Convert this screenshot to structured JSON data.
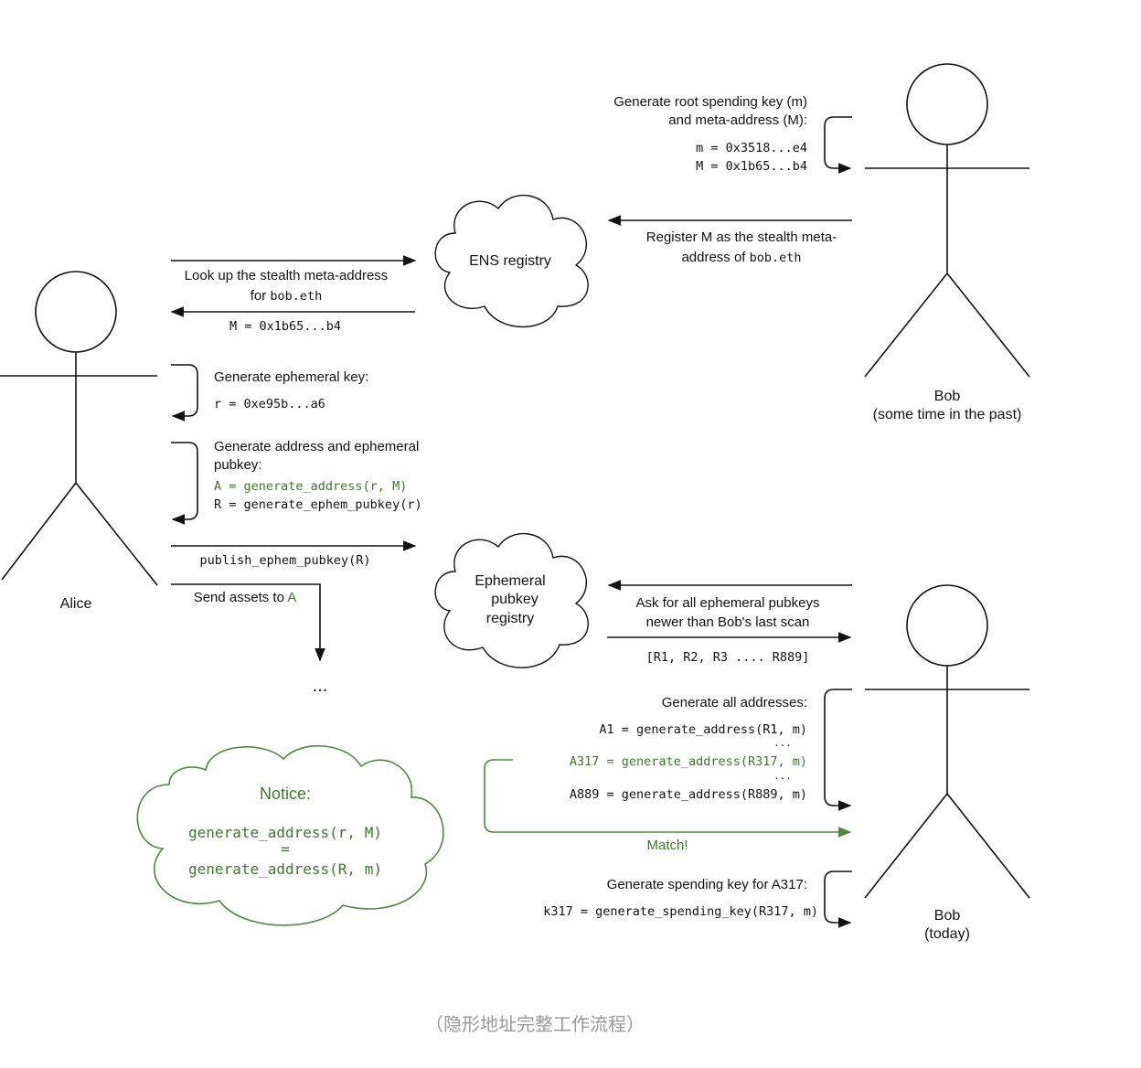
{
  "actors": {
    "alice": "Alice",
    "bob_past_1": "Bob",
    "bob_past_2": "(some time in the past)",
    "bob_today_1": "Bob",
    "bob_today_2": "(today)"
  },
  "registries": {
    "ens": "ENS registry",
    "ephem_1": "Ephemeral",
    "ephem_2": "pubkey",
    "ephem_3": "registry"
  },
  "steps": {
    "gen_root_1": "Generate root spending key (m)",
    "gen_root_2": "and meta-address (M):",
    "m_value": "m = 0x3518...e4",
    "M_value": "M = 0x1b65...b4",
    "register_1": "Register M as the stealth meta-",
    "register_2_pre": "address of ",
    "register_2_code": "bob.eth",
    "lookup_1": "Look up the stealth meta-address",
    "lookup_2_pre": "for ",
    "lookup_2_code": "bob.eth",
    "lookup_result": "M = 0x1b65...b4",
    "gen_ephem": "Generate ephemeral key:",
    "r_value": "r = 0xe95b...a6",
    "gen_addr_1": "Generate address and ephemeral",
    "gen_addr_2": "pubkey:",
    "A_value": "A = generate_address(r, M)",
    "R_value": "R = generate_ephem_pubkey(r)",
    "publish": "publish_ephem_pubkey(R)",
    "send_pre": "Send assets to ",
    "send_A": "A",
    "ellipsis": "...",
    "ask_1": "Ask for all ephemeral pubkeys",
    "ask_2": "newer than Bob's last scan",
    "ask_result": "[R1, R2, R3 .... R889]",
    "gen_all": "Generate all addresses:",
    "A1": "A1 = generate_address(R1, m)",
    "dots_1": "...",
    "A317": "A317 = generate_address(R317, m)",
    "dots_2": "...",
    "A889": "A889 = generate_address(R889, m)",
    "match": "Match!",
    "gen_spend": "Generate spending key for A317:",
    "k317": "k317 = generate_spending_key(R317, m)"
  },
  "notice": {
    "title": "Notice:",
    "line1": "generate_address(r, M)",
    "line2": "=",
    "line3": "generate_address(R, m)"
  },
  "caption": "（隐形地址完整工作流程）",
  "colors": {
    "green": "#3a7a2a",
    "ink": "#111111",
    "caption": "#999999"
  }
}
